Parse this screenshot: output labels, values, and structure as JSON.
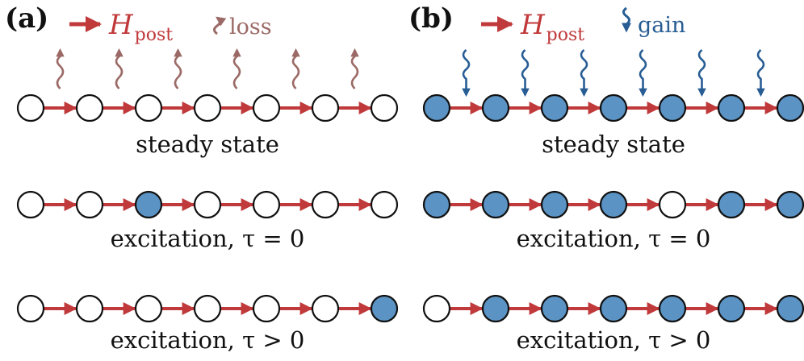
{
  "colors": {
    "hopping_arrow": "#c0393b",
    "loss": "#9b6a66",
    "gain": "#285d94",
    "site_filled": "#5b93c4",
    "site_empty": "#ffffff",
    "site_outline": "#111111"
  },
  "panels": [
    {
      "label": "(a)",
      "legend": {
        "hamiltonian_symbol": "H",
        "hamiltonian_subscript": "post",
        "bath_word": "loss",
        "bath_type": "loss"
      },
      "rows": [
        {
          "caption": "steady state",
          "sites": [
            0,
            0,
            0,
            0,
            0,
            0,
            0
          ],
          "bath_arrows": true
        },
        {
          "caption": "excitation, τ = 0",
          "sites": [
            0,
            0,
            1,
            0,
            0,
            0,
            0
          ],
          "bath_arrows": false
        },
        {
          "caption": "excitation, τ > 0",
          "sites": [
            0,
            0,
            0,
            0,
            0,
            0,
            1
          ],
          "bath_arrows": false
        }
      ]
    },
    {
      "label": "(b)",
      "legend": {
        "hamiltonian_symbol": "H",
        "hamiltonian_subscript": "post",
        "bath_word": "gain",
        "bath_type": "gain"
      },
      "rows": [
        {
          "caption": "steady state",
          "sites": [
            1,
            1,
            1,
            1,
            1,
            1,
            1
          ],
          "bath_arrows": true
        },
        {
          "caption": "excitation, τ = 0",
          "sites": [
            1,
            1,
            1,
            1,
            0,
            1,
            1
          ],
          "bath_arrows": false
        },
        {
          "caption": "excitation, τ > 0",
          "sites": [
            0,
            1,
            1,
            1,
            1,
            1,
            1
          ],
          "bath_arrows": false
        }
      ]
    }
  ]
}
